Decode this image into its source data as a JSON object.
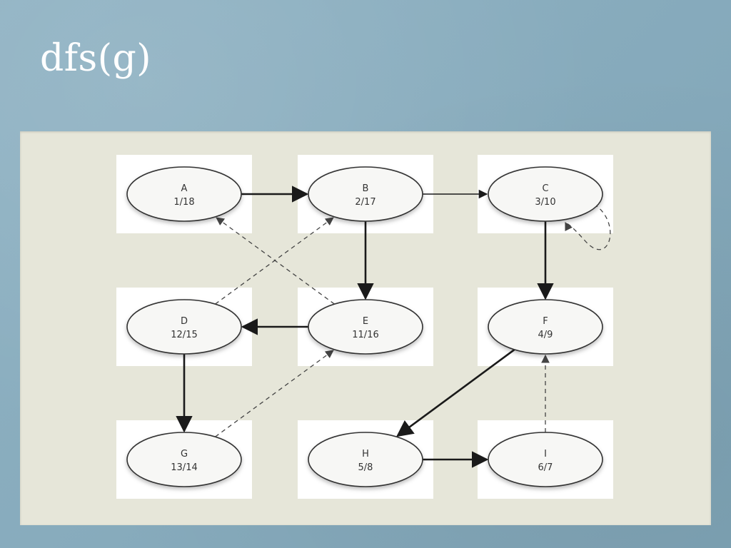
{
  "slide": {
    "title": "dfs(g)"
  },
  "graph": {
    "nodes": [
      {
        "id": "A",
        "name": "A",
        "times": "1/18"
      },
      {
        "id": "B",
        "name": "B",
        "times": "2/17"
      },
      {
        "id": "C",
        "name": "C",
        "times": "3/10"
      },
      {
        "id": "D",
        "name": "D",
        "times": "12/15"
      },
      {
        "id": "E",
        "name": "E",
        "times": "11/16"
      },
      {
        "id": "F",
        "name": "F",
        "times": "4/9"
      },
      {
        "id": "G",
        "name": "G",
        "times": "13/14"
      },
      {
        "id": "H",
        "name": "H",
        "times": "5/8"
      },
      {
        "id": "I",
        "name": "I",
        "times": "6/7"
      }
    ],
    "edges": [
      {
        "from": "A",
        "to": "B",
        "style": "tree"
      },
      {
        "from": "B",
        "to": "C",
        "style": "tree-thin"
      },
      {
        "from": "B",
        "to": "E",
        "style": "tree"
      },
      {
        "from": "C",
        "to": "F",
        "style": "tree"
      },
      {
        "from": "C",
        "to": "C",
        "style": "back"
      },
      {
        "from": "E",
        "to": "D",
        "style": "tree"
      },
      {
        "from": "E",
        "to": "A",
        "style": "back"
      },
      {
        "from": "D",
        "to": "B",
        "style": "back"
      },
      {
        "from": "D",
        "to": "G",
        "style": "tree"
      },
      {
        "from": "G",
        "to": "E",
        "style": "back"
      },
      {
        "from": "F",
        "to": "H",
        "style": "tree"
      },
      {
        "from": "H",
        "to": "I",
        "style": "tree"
      },
      {
        "from": "I",
        "to": "F",
        "style": "back"
      }
    ],
    "colors": {
      "tree_edge": "#1a1a1a",
      "back_edge": "#444444",
      "node_fill": "#f7f7f5",
      "node_stroke": "#333333"
    }
  }
}
